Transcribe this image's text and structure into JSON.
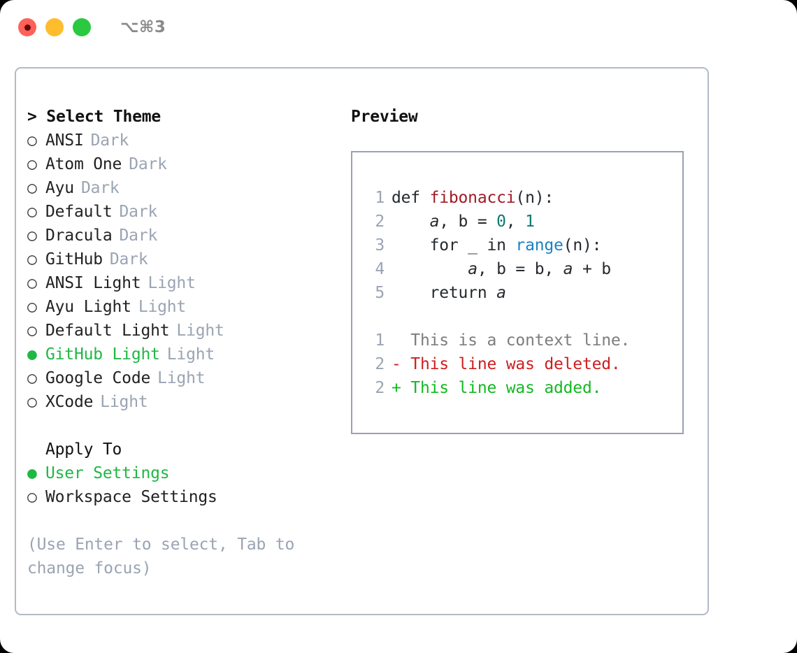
{
  "titlebar": {
    "traffic_lights": [
      {
        "name": "close",
        "color": "#ff6159",
        "recording": true
      },
      {
        "name": "minimize",
        "color": "#ffbd2e",
        "recording": false
      },
      {
        "name": "zoom",
        "color": "#2bc940",
        "recording": false
      }
    ],
    "shortcut": "⌥⌘3"
  },
  "colors": {
    "accent_green": "#1fb844",
    "muted": "#9aa4b2",
    "text": "#222222",
    "border": "#b2bac6",
    "preview_border": "#98a2b3",
    "diff_add": "#15b823",
    "diff_del": "#cc1f1f",
    "syntax_function": "#a01b25",
    "syntax_number": "#0a7a72",
    "syntax_call": "#1a82c4"
  },
  "left": {
    "title": "> Select Theme",
    "themes": [
      {
        "name": "ANSI",
        "tag": "Dark",
        "selected": false
      },
      {
        "name": "Atom One",
        "tag": "Dark",
        "selected": false
      },
      {
        "name": "Ayu",
        "tag": "Dark",
        "selected": false
      },
      {
        "name": "Default",
        "tag": "Dark",
        "selected": false
      },
      {
        "name": "Dracula",
        "tag": "Dark",
        "selected": false
      },
      {
        "name": "GitHub",
        "tag": "Dark",
        "selected": false
      },
      {
        "name": "ANSI Light",
        "tag": "Light",
        "selected": false
      },
      {
        "name": "Ayu Light",
        "tag": "Light",
        "selected": false
      },
      {
        "name": "Default Light",
        "tag": "Light",
        "selected": false
      },
      {
        "name": "GitHub Light",
        "tag": "Light",
        "selected": true
      },
      {
        "name": "Google Code",
        "tag": "Light",
        "selected": false
      },
      {
        "name": "XCode",
        "tag": "Light",
        "selected": false
      }
    ],
    "apply_to_heading": "Apply To",
    "apply_to_options": [
      {
        "name": "User Settings",
        "selected": true
      },
      {
        "name": "Workspace Settings",
        "selected": false
      }
    ],
    "hint": "(Use Enter to select, Tab to change focus)",
    "bullet_selected": "●",
    "bullet_unselected": "○"
  },
  "right": {
    "title": "Preview",
    "code_lines": [
      {
        "no": "1",
        "tokens": [
          {
            "text": "def ",
            "type": "plain"
          },
          {
            "text": "fibonacci",
            "type": "function"
          },
          {
            "text": "(n):",
            "type": "plain"
          }
        ]
      },
      {
        "no": "2",
        "tokens": [
          {
            "text": "    ",
            "type": "plain"
          },
          {
            "text": "a",
            "type": "var"
          },
          {
            "text": ", b = ",
            "type": "plain"
          },
          {
            "text": "0",
            "type": "number"
          },
          {
            "text": ", ",
            "type": "plain"
          },
          {
            "text": "1",
            "type": "number"
          }
        ]
      },
      {
        "no": "3",
        "tokens": [
          {
            "text": "    for _ in ",
            "type": "plain"
          },
          {
            "text": "range",
            "type": "call"
          },
          {
            "text": "(n):",
            "type": "plain"
          }
        ]
      },
      {
        "no": "4",
        "tokens": [
          {
            "text": "        ",
            "type": "plain"
          },
          {
            "text": "a",
            "type": "var"
          },
          {
            "text": ", b = b, ",
            "type": "plain"
          },
          {
            "text": "a",
            "type": "var"
          },
          {
            "text": " + b",
            "type": "plain"
          }
        ]
      },
      {
        "no": "5",
        "tokens": [
          {
            "text": "    return ",
            "type": "plain"
          },
          {
            "text": "a",
            "type": "var"
          }
        ]
      }
    ],
    "diff_lines": [
      {
        "no": "1",
        "marker": "  ",
        "text": "This is a context line.",
        "type": "context"
      },
      {
        "no": "2",
        "marker": "- ",
        "text": "This line was deleted.",
        "type": "deleted"
      },
      {
        "no": "2",
        "marker": "+ ",
        "text": "This line was added.",
        "type": "added"
      }
    ]
  }
}
